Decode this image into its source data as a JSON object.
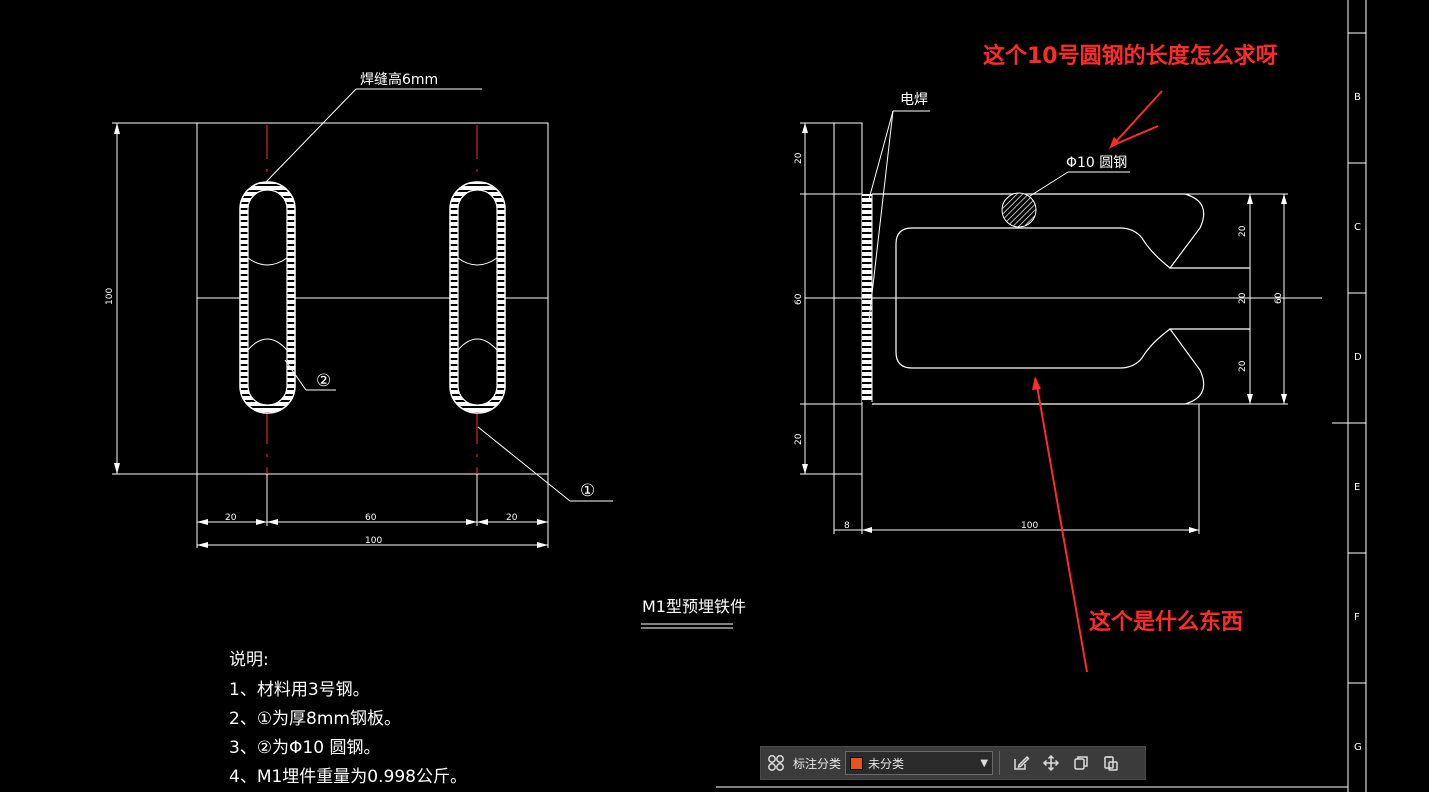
{
  "colors": {
    "line": "#ffffff",
    "center_line": "#ff2a2a",
    "annotation": "#ff2a2a",
    "toolbar_bg": "#3b3b3b",
    "layer_swatch": "#e8531c"
  },
  "left_view": {
    "weld_label": "焊缝高6mm",
    "balloon_1": "①",
    "balloon_2": "②",
    "dim_height": "100",
    "dim_left": "20",
    "dim_middle": "60",
    "dim_right": "20",
    "dim_total": "100"
  },
  "right_view": {
    "weld_label": "电焊",
    "bar_label": "Φ10 圆钢",
    "dim_top": "20",
    "dim_mid": "60",
    "dim_bottom": "20",
    "dim_r1": "20",
    "dim_r2": "20",
    "dim_r3": "20",
    "dim_r_total": "60",
    "dim_thickness": "8",
    "dim_length": "100"
  },
  "title": "M1型预埋铁件",
  "notes": {
    "heading": "说明:",
    "items": [
      "1、材料用3号钢。",
      "2、①为厚8mm钢板。",
      "3、②为Φ10 圆钢。",
      "4、M1埋件重量为0.998公斤。"
    ]
  },
  "annotations": {
    "question_1": "这个10号圆钢的长度怎么求呀",
    "question_2": "这个是什么东西"
  },
  "sheet_border": {
    "zones": [
      "B",
      "C",
      "D",
      "E",
      "F",
      "G"
    ]
  },
  "toolbar": {
    "category_label": "标注分类",
    "layer_value": "未分类",
    "icons": [
      "grid-icon",
      "edit-icon",
      "move-icon",
      "copy-icon",
      "paste-icon"
    ]
  }
}
